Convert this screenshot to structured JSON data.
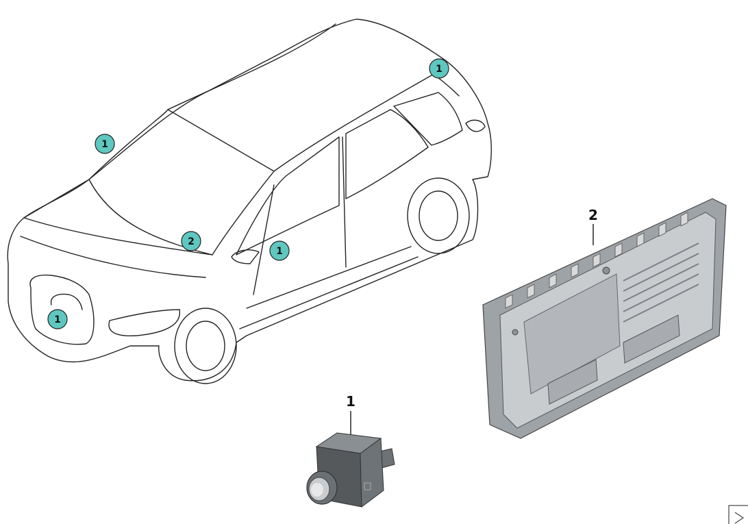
{
  "diagram": {
    "callouts": [
      {
        "id": "rear-roof",
        "label": "1"
      },
      {
        "id": "windshield",
        "label": "1"
      },
      {
        "id": "mirror",
        "label": "2"
      },
      {
        "id": "side",
        "label": "1"
      },
      {
        "id": "front-grille",
        "label": "1"
      }
    ],
    "parts": [
      {
        "id": "camera",
        "label": "1"
      },
      {
        "id": "control-unit",
        "label": "2"
      }
    ],
    "colors": {
      "callout_fill": "#5ec7c0",
      "line": "#222222",
      "part_dark": "#55595c",
      "part_mid": "#8a8f93",
      "part_light": "#c9cccf"
    }
  }
}
